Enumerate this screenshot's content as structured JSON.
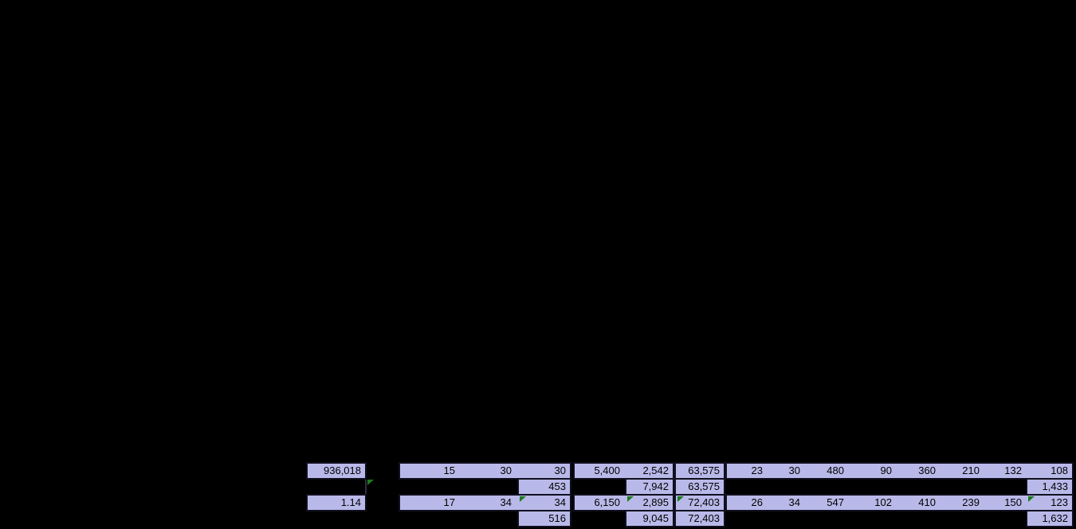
{
  "cells": {
    "a1": "936,018",
    "a3": "1.14",
    "b1": "15",
    "c1": "30",
    "d1": "30",
    "d2": "453",
    "b3": "17",
    "c3": "34",
    "d3": "34",
    "d4": "516",
    "e1": "5,400",
    "f1": "2,542",
    "g1": "63,575",
    "f2": "7,942",
    "g2": "63,575",
    "e3": "6,150",
    "f3": "2,895",
    "g3": "72,403",
    "f4": "9,045",
    "g4": "72,403",
    "h1": "23",
    "i1": "30",
    "j1": "480",
    "k1": "90",
    "l1": "360",
    "m1": "210",
    "n1": "132",
    "o1": "108",
    "o2": "1,433",
    "h3": "26",
    "i3": "34",
    "j3": "547",
    "k3": "102",
    "l3": "410",
    "m3": "239",
    "n3": "150",
    "o3": "123",
    "o4": "1,632"
  },
  "colors": {
    "cell_fill": "#b9b9e9",
    "cell_border": "#10101f",
    "error_indicator_green": "#1e7c1e",
    "background": "#000000",
    "text": "#000000"
  },
  "icons": {
    "error_indicator": "green-corner-triangle"
  }
}
